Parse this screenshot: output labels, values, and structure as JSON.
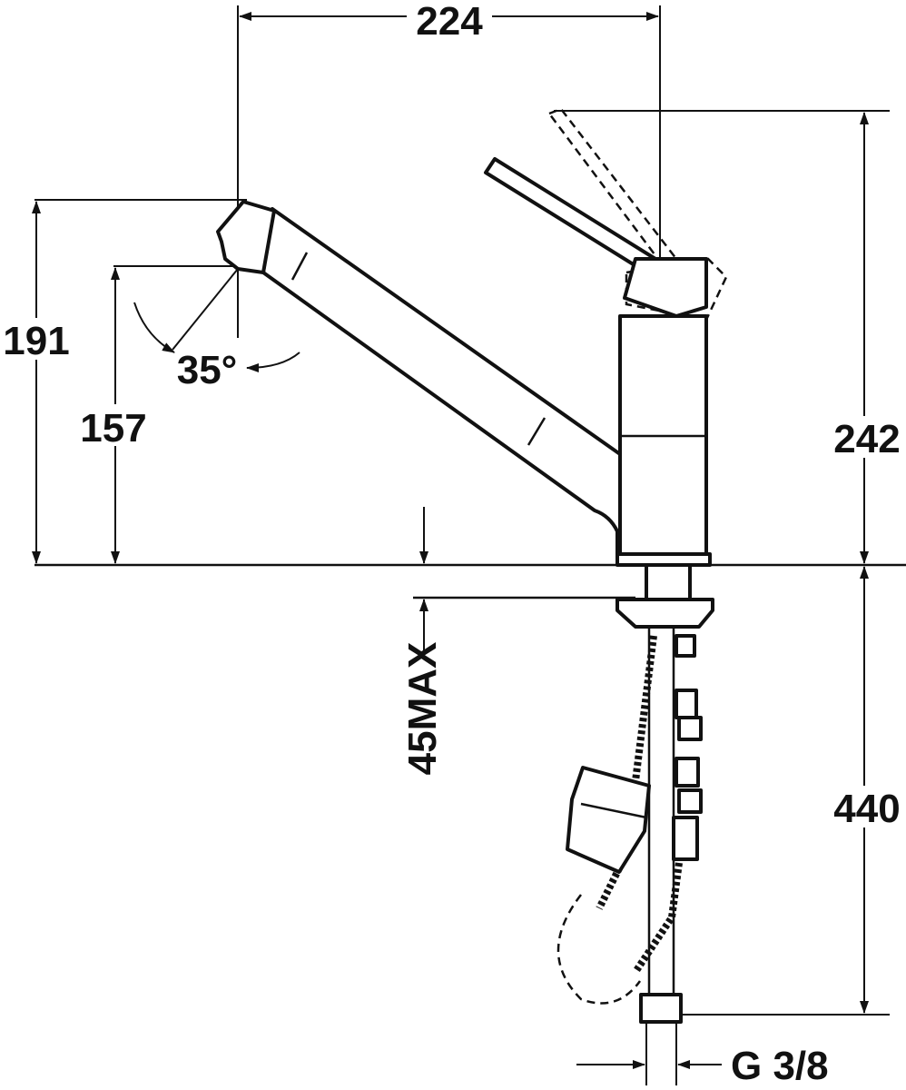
{
  "title": "Kitchen faucet dimension drawing",
  "dimensions": {
    "width": "224",
    "spout_height": "191",
    "outlet_height": "157",
    "spout_angle": "35°",
    "total_height": "242",
    "shank_length": "440",
    "max_counter_thickness": "45MAX",
    "connection": "G 3/8"
  },
  "colors": {
    "line": "#111111",
    "background": "#ffffff"
  }
}
